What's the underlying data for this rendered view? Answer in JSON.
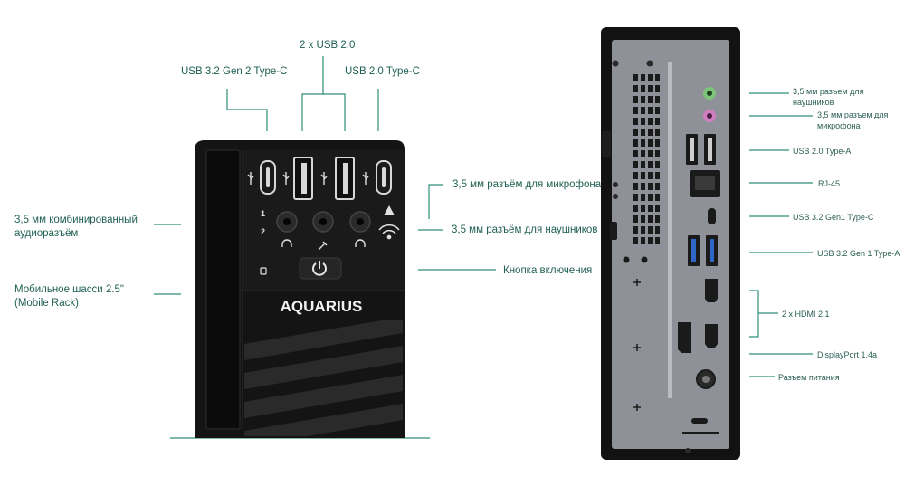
{
  "brand": "AQUARIUS",
  "front": {
    "top_labels": {
      "usb_2x": "2 x USB 2.0",
      "usb32_typec": "USB 3.2 Gen 2 Type-C",
      "usb20_typec": "USB 2.0 Type-C"
    },
    "left_labels": {
      "combo_audio": "3,5 мм комбинированный аудиоразъём",
      "mobile_rack": "Мобильное шасси 2.5\" (Mobile Rack)"
    },
    "right_labels": {
      "mic": "3,5 мм разъём для микрофона",
      "headphones": "3,5 мм разъём для наушников",
      "power": "Кнопка включения"
    },
    "panel_marks": {
      "one": "1",
      "two": "2"
    }
  },
  "rear": {
    "labels": {
      "headphones": "3,5 мм разъем для наушников",
      "mic": "3,5 мм разъем для микрофона",
      "usb20a": "USB 2.0 Type-A",
      "rj45": "RJ-45",
      "usb32c": "USB 3.2 Gen1 Type-C",
      "usb32a": "USB 3.2 Gen 1 Type-A",
      "hdmi": "2 x HDMI 2.1",
      "dp": "DisplayPort 1.4a",
      "power": "Разъем питания"
    }
  },
  "colors": {
    "accent": "#2f8f7a",
    "text": "#1f5f52",
    "case": "#141414",
    "rear_panel": "#8e9197",
    "usb3_blue": "#2f67c9",
    "audio_green": "#7cc47a",
    "audio_pink": "#d27fc2"
  }
}
